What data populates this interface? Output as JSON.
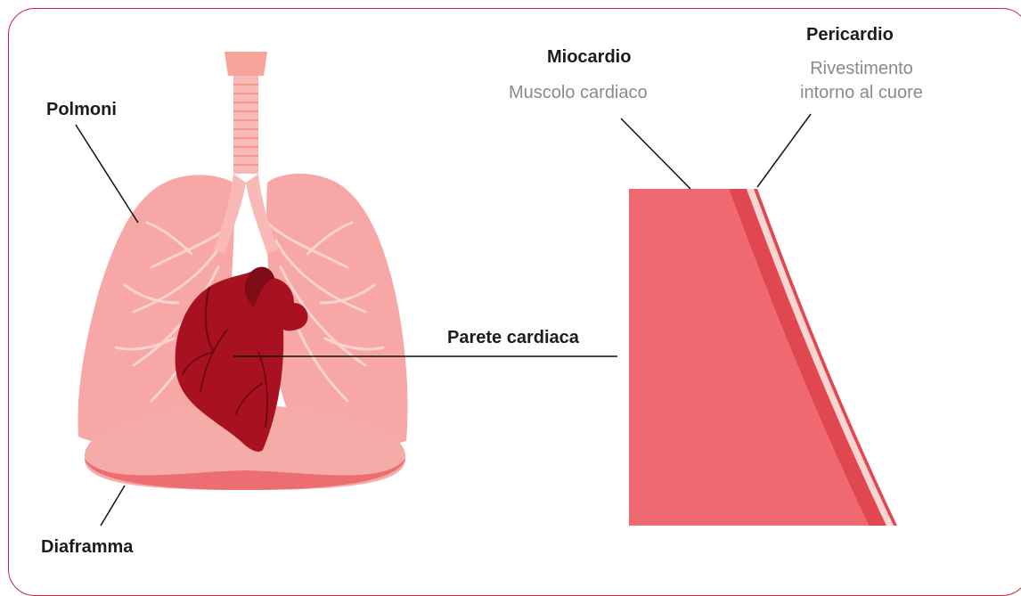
{
  "labels": {
    "polmoni": "Polmoni",
    "diaframma": "Diaframma",
    "parete": "Parete cardiaca",
    "miocardio": "Miocardio",
    "miocardio_desc": "Muscolo cardiaco",
    "pericardio": "Pericardio",
    "pericardio_desc_1": "Rivestimento",
    "pericardio_desc_2": "intorno al cuore"
  },
  "colors": {
    "frame": "#c8283f",
    "lung": "#f6a7a6",
    "lung_branch": "#fbd3d2",
    "trachea": "#f9b9b6",
    "heart": "#a8111f",
    "heart_dark": "#7e0c17",
    "diaphragm": "#f19c98",
    "myocardium": "#ef6a70",
    "wall_dark": "#e14750",
    "pericardium": "#fbd5d2"
  }
}
